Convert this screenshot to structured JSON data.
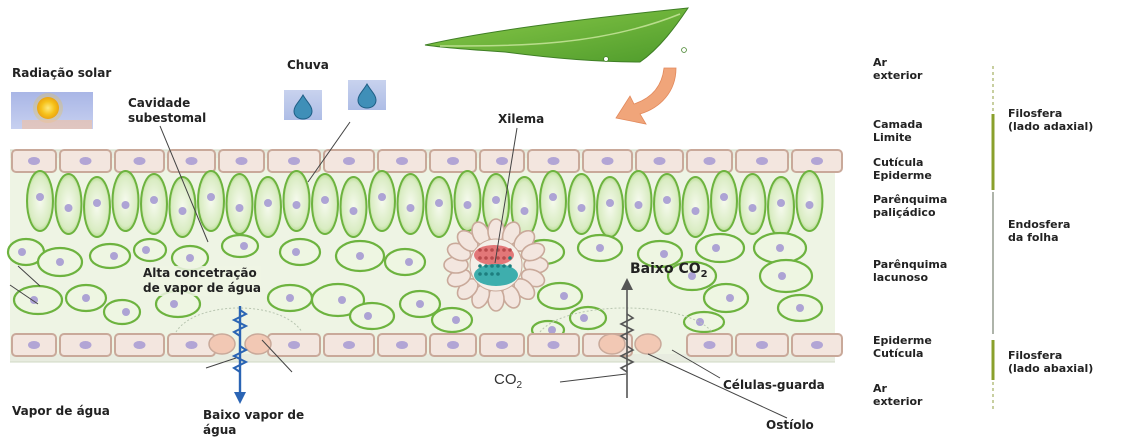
{
  "labels": {
    "radiacao_solar": "Radiação solar",
    "chuva": "Chuva",
    "cavidade_subestomal": "Cavidade\nsubestomal",
    "xilema": "Xilema",
    "alta_concentracao": "Alta concetração\nde vapor de água",
    "baixo_co2": "Baixo CO",
    "baixo_co2_sub": "2",
    "co2": "CO",
    "co2_sub": "2",
    "vapor_de_agua": "Vapor de água",
    "baixo_vapor": "Baixo vapor de\nágua",
    "celulas_guarda": "Células-guarda",
    "ostiolo": "Ostíolo"
  },
  "right_column": {
    "ar_exterior_top": "Ar\nexterior",
    "camada_limite": "Camada\nLimite",
    "cuticula_epiderme_top": "Cutícula\nEpiderme",
    "parenquima_palicadico": "Parênquima\npaliçádico",
    "parenquima_lacunoso": "Parênquima\nlacunoso",
    "epiderme_cuticula_bottom": "Epiderme\nCutícula",
    "ar_exterior_bottom": "Ar\nexterior",
    "filosfera_adaxial": "Filosfera\n(lado adaxial)",
    "endosfera": "Endosfera\nda folha",
    "filosfera_abaxial": "Filosfera\n(lado abaxial)"
  },
  "colors": {
    "leaf_green": "#6db33f",
    "cell_outline": "#c9a99a",
    "cell_fill": "#f3e6df",
    "nucleus": "#9c8fd1",
    "xylem_red": "#e0696b",
    "xylem_teal": "#2aa6a6",
    "arrow_blue": "#2a64b4",
    "tissue_bg": "#eef4e4",
    "arrow_orange": "#f0a57a"
  }
}
